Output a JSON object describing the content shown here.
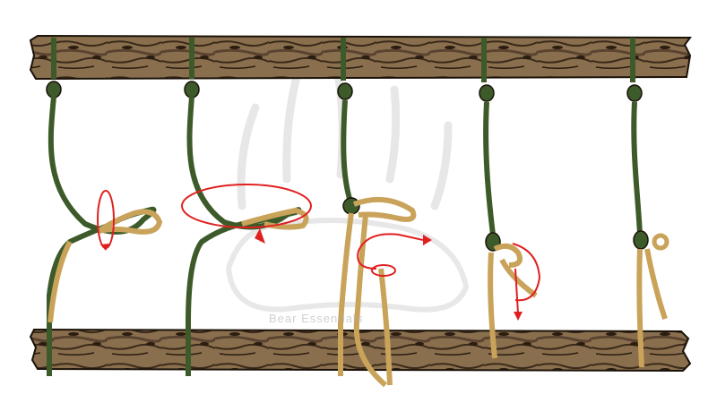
{
  "figure": {
    "description_labels": [],
    "watermark": {
      "brand_text": "Bear Essentials",
      "logo_icon": "bear-paw-logo"
    },
    "steps": [
      {
        "id": "step-1",
        "arrow_color": "#e02020"
      },
      {
        "id": "step-2",
        "arrow_color": "#e02020"
      },
      {
        "id": "step-3",
        "arrow_color": "#e02020"
      },
      {
        "id": "step-4",
        "arrow_color": "#e02020"
      },
      {
        "id": "step-5",
        "arrow_color": "#e02020"
      }
    ],
    "colors": {
      "wood": "#8a6f4e",
      "wood_dark": "#3a2a1a",
      "standing_part": "#3d5a2a",
      "working_end": "#c9a35a",
      "arrow": "#e02020",
      "watermark": "#d0d0d0"
    }
  }
}
